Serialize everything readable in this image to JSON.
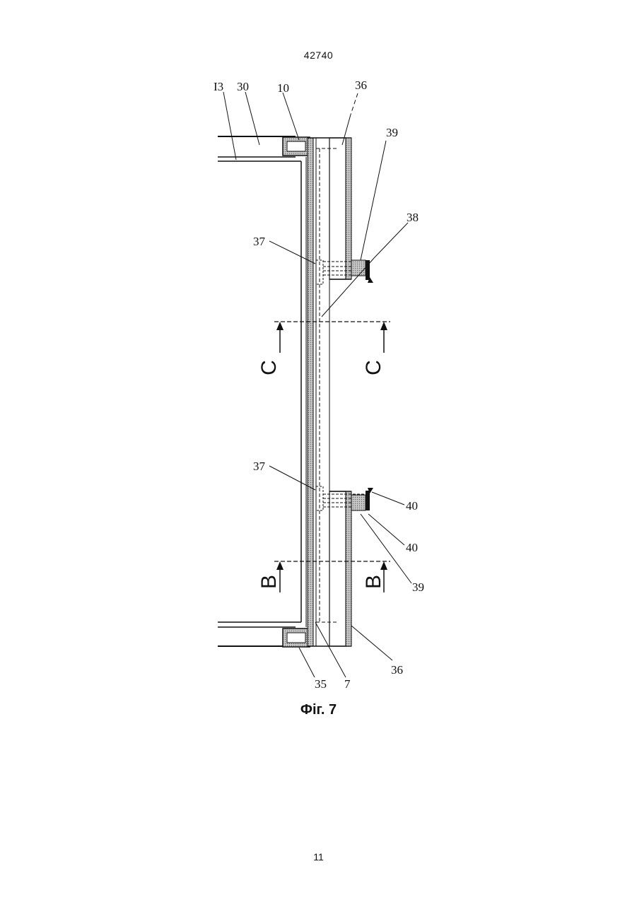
{
  "header": {
    "doc_number": "42740"
  },
  "footer": {
    "page_number": "11"
  },
  "figure": {
    "caption": "Фіг. 7",
    "labels": {
      "l13": "I3",
      "l30": "30",
      "l10": "10",
      "l36_top": "36",
      "l39_top": "39",
      "l38": "38",
      "l37_top": "37",
      "l37_bottom": "37",
      "l40_a": "40",
      "l40_b": "40",
      "l39_bottom": "39",
      "l36_bottom": "36",
      "l35": "35",
      "l7": "7"
    },
    "sections": {
      "c_left": "C",
      "c_right": "C",
      "b_left": "B",
      "b_right": "B"
    }
  }
}
